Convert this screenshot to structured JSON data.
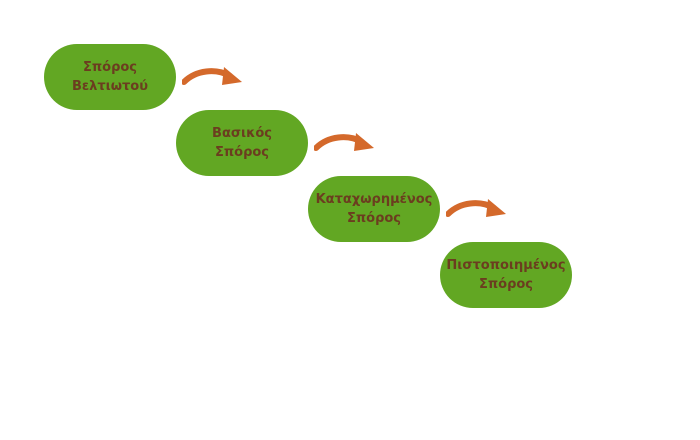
{
  "diagram": {
    "colors": {
      "node_fill": "#62a723",
      "node_text": "#6b3d1f",
      "arrow": "#d4692b"
    },
    "steps": [
      {
        "line1": "Σπόρος",
        "line2": "Βελτιωτού"
      },
      {
        "line1": "Βασικός",
        "line2": "Σπόρος"
      },
      {
        "line1": "Καταχωρημένος",
        "line2": "Σπόρος"
      },
      {
        "line1": "Πιστοποιημένος",
        "line2": "Σπόρος"
      }
    ],
    "connectors": [
      {
        "from": 1,
        "to": 2,
        "icon": "curved-arrow-icon"
      },
      {
        "from": 2,
        "to": 3,
        "icon": "curved-arrow-icon"
      },
      {
        "from": 3,
        "to": 4,
        "icon": "curved-arrow-icon"
      }
    ]
  }
}
